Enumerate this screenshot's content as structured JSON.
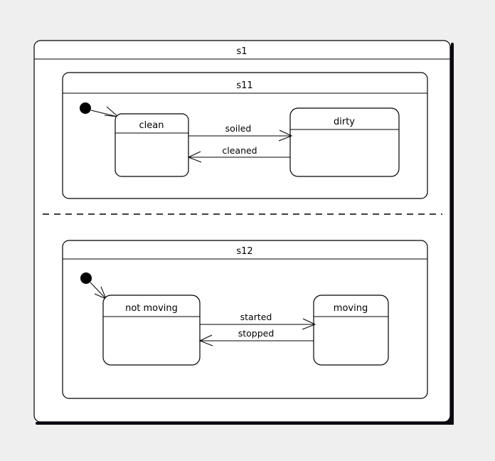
{
  "diagram": {
    "type": "uml-state-machine",
    "background_color": "#efefef",
    "surface_color": "#ffffff",
    "line_color": "#000000",
    "shadow_color": "#0a0a14",
    "outer_state": {
      "name": "s1",
      "regions": [
        {
          "name": "s11",
          "initial_pseudostate": true,
          "states": [
            {
              "name": "clean"
            },
            {
              "name": "dirty"
            }
          ],
          "transitions": [
            {
              "label": "soiled",
              "from": "clean",
              "to": "dirty",
              "direction": "right"
            },
            {
              "label": "cleaned",
              "from": "dirty",
              "to": "clean",
              "direction": "left"
            }
          ],
          "initial_transition": {
            "from": "initial",
            "to": "clean"
          }
        },
        {
          "name": "s12",
          "initial_pseudostate": true,
          "states": [
            {
              "name": "not moving"
            },
            {
              "name": "moving"
            }
          ],
          "transitions": [
            {
              "label": "started",
              "from": "not moving",
              "to": "moving",
              "direction": "right"
            },
            {
              "label": "stopped",
              "from": "moving",
              "to": "not moving",
              "direction": "left"
            }
          ],
          "initial_transition": {
            "from": "initial",
            "to": "not moving"
          }
        }
      ],
      "region_separator": "dashed"
    }
  }
}
